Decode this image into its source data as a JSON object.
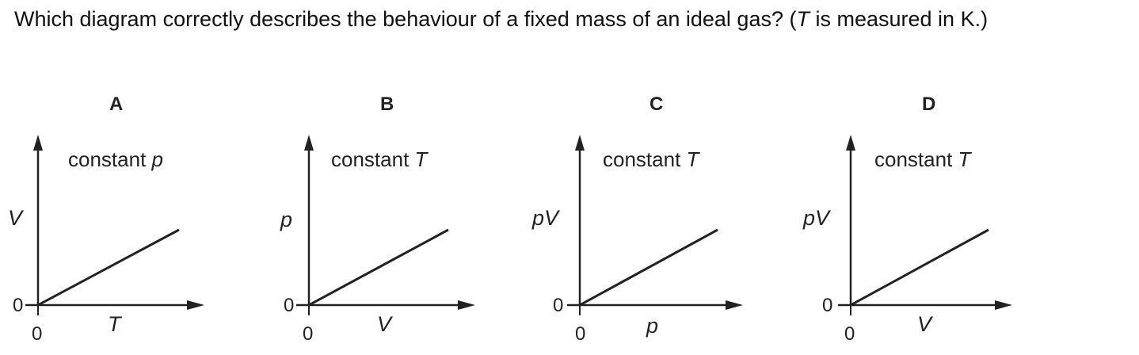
{
  "question": {
    "text_main": "Which diagram correctly describes the behaviour of a fixed mass of an ideal gas? (",
    "text_var": "T",
    "text_after": " is measured in K.)"
  },
  "panels": [
    {
      "letter": "A",
      "condition_prefix": "constant ",
      "condition_var": "p",
      "ylabel": "V",
      "xlabel": "T",
      "y_zero": "0",
      "x_zero": "0"
    },
    {
      "letter": "B",
      "condition_prefix": "constant ",
      "condition_var": "T",
      "ylabel": "p",
      "xlabel": "V",
      "y_zero": "0",
      "x_zero": "0"
    },
    {
      "letter": "C",
      "condition_prefix": "constant ",
      "condition_var": "T",
      "ylabel": "pV",
      "xlabel": "p",
      "y_zero": "0",
      "x_zero": "0"
    },
    {
      "letter": "D",
      "condition_prefix": "constant ",
      "condition_var": "T",
      "ylabel": "pV",
      "xlabel": "V",
      "y_zero": "0",
      "x_zero": "0"
    }
  ],
  "colors": {
    "ink": "#222222"
  }
}
